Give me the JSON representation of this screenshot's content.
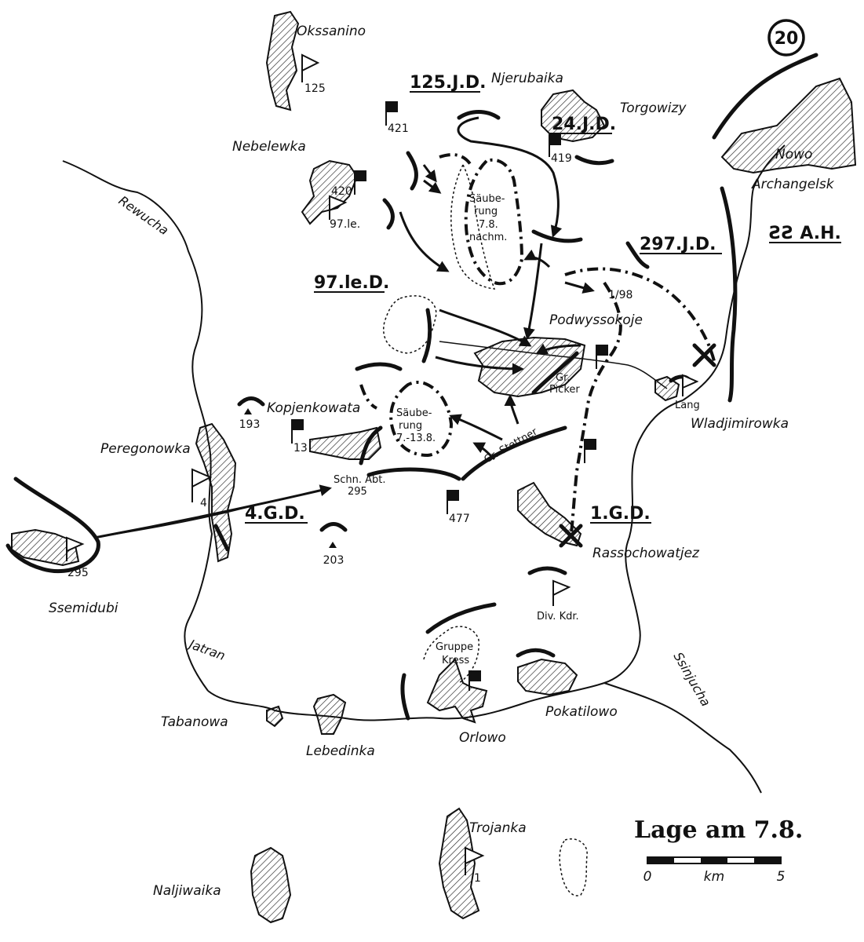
{
  "map_number": "20",
  "title": "Lage am 7.8.",
  "scale": {
    "start": "0",
    "unit": "km",
    "end": "5"
  },
  "places": {
    "okssanino": "Okssanino",
    "njerubaika": "Njerubaika",
    "torgowizy": "Torgowizy",
    "nowo": "Nowo",
    "archangelsk": "Archangelsk",
    "nebelewka": "Nebelewka",
    "podwyssokoje": "Podwyssokoje",
    "kopjenkowata": "Kopjenkowata",
    "peregonowka": "Peregonowka",
    "wladjimirowka": "Wladjimirowka",
    "rassochowatjez": "Rassochowatjez",
    "ssemidubi": "Ssemidubi",
    "tabanowa": "Tabanowa",
    "lebedinka": "Lebedinka",
    "orlowo": "Orlowo",
    "pokatilowo": "Pokatilowo",
    "trojanka": "Trojanka",
    "naljiwaika": "Naljiwaika"
  },
  "rivers": {
    "rewucha": "Rewucha",
    "jatran": "Jatran",
    "ssinjucha": "Ssinjucha"
  },
  "units": {
    "jd125": "125.J.D.",
    "jd24": "24.J.D.",
    "ah": "ƧƧ A.H.",
    "jd297": "297.J.D.",
    "led97": "97.le.D.",
    "gd4": "4.G.D.",
    "gd1": "1.G.D."
  },
  "labels": {
    "n125": "125",
    "n421": "421",
    "n419": "419",
    "n420": "420",
    "n97le": "97.le.",
    "n193": "193",
    "n13": "13",
    "n4": "4",
    "n295": "295",
    "n477": "477",
    "n203": "203",
    "n1": "1",
    "ratio": "1/98",
    "lang": "Lang",
    "gr_picker_1": "Gr.",
    "gr_picker_2": "Picker",
    "gr_stettner": "Gr. Stettner",
    "schn_1": "Schn. Abt.",
    "schn_2": "295",
    "div_kdr": "Div. Kdr.",
    "kress_1": "Gruppe",
    "kress_2": "Kress",
    "sb1_1": "Säube-",
    "sb1_2": "rung",
    "sb1_3": "7.8.",
    "sb1_4": "nachm.",
    "sb2_1": "Säube-",
    "sb2_2": "rung",
    "sb2_3": "7.-13.8."
  }
}
